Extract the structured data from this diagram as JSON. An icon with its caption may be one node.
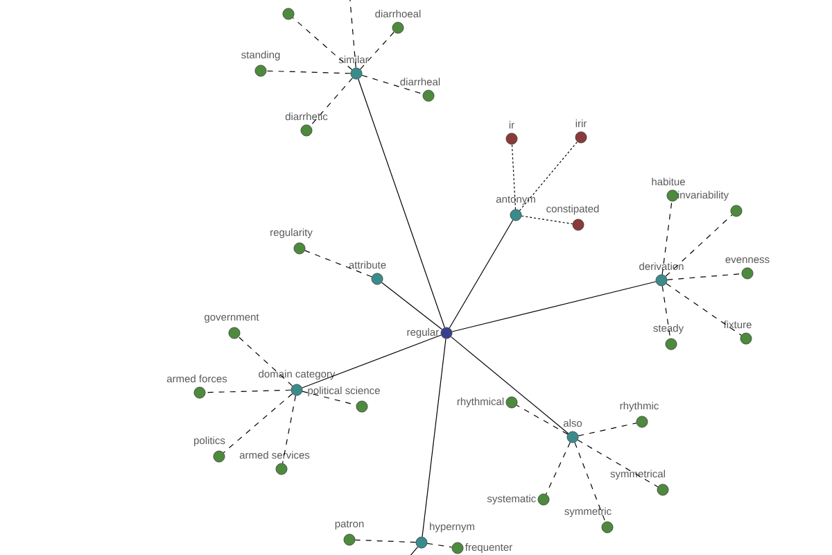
{
  "diagram": {
    "nodes": [
      {
        "text": [
          "regular"
        ]
      },
      {
        "text": [
          "similar"
        ]
      },
      {
        "text": [],
        "shape": "circle"
      },
      {
        "text": [
          "diarrhoeal"
        ]
      },
      {
        "text": [
          "standing"
        ]
      },
      {
        "text": [
          "diarrheal"
        ]
      },
      {
        "text": [
          "diarrhetic"
        ]
      },
      {
        "text": [
          "antonym"
        ]
      },
      {
        "text": [
          "ir"
        ]
      },
      {
        "text": [
          "irir"
        ]
      },
      {
        "text": [
          "constipated"
        ]
      },
      {
        "text": [
          "derivation"
        ]
      },
      {
        "text": [
          "habitue"
        ]
      },
      {
        "text": [
          "invariability"
        ]
      },
      {
        "text": [
          "evenness"
        ]
      },
      {
        "text": [
          "steady"
        ]
      },
      {
        "text": [
          "fixture"
        ]
      },
      {
        "text": [
          "attribute"
        ]
      },
      {
        "text": [
          "regularity"
        ]
      },
      {
        "text": [
          "domain category"
        ]
      },
      {
        "text": [
          "government"
        ]
      },
      {
        "text": [
          "armed forces"
        ]
      },
      {
        "text": [
          "political science"
        ]
      },
      {
        "text": [
          "politics"
        ]
      },
      {
        "text": [
          "armed services"
        ]
      },
      {
        "text": [
          "also"
        ]
      },
      {
        "text": [
          "rhythmical"
        ]
      },
      {
        "text": [
          "rhythmic"
        ]
      },
      {
        "text": [
          "systematic"
        ]
      },
      {
        "text": [
          "symmetric"
        ]
      },
      {
        "text": [
          "symmetrical"
        ]
      },
      {
        "text": [
          "hypernym"
        ]
      },
      {
        "text": [
          "patron"
        ]
      },
      {
        "text": [
          "frequenter"
        ]
      }
    ],
    "edges": [
      {
        "from": 0,
        "to": 1,
        "arrow": "none"
      },
      {
        "from": 0,
        "to": 7,
        "arrow": "none"
      },
      {
        "from": 0,
        "to": 11,
        "arrow": "none"
      },
      {
        "from": 0,
        "to": 17,
        "arrow": "none"
      },
      {
        "from": 0,
        "to": 19,
        "arrow": "none"
      },
      {
        "from": 0,
        "to": 25,
        "arrow": "none"
      },
      {
        "from": 0,
        "to": 31,
        "arrow": "none"
      },
      {
        "from": 1,
        "to": 2,
        "arrow": "none",
        "style": "dashed"
      },
      {
        "from": 1,
        "to": 3,
        "arrow": "none",
        "style": "dashed"
      },
      {
        "from": 1,
        "to": 4,
        "arrow": "none",
        "style": "dashed"
      },
      {
        "from": 1,
        "to": 5,
        "arrow": "none",
        "style": "dashed"
      },
      {
        "from": 1,
        "to": 6,
        "arrow": "none",
        "style": "dashed"
      },
      {
        "from": 1,
        "to": null,
        "arrow": "none",
        "style": "dashed"
      },
      {
        "from": 7,
        "to": 8,
        "arrow": "none",
        "style": "dashed"
      },
      {
        "from": 7,
        "to": 9,
        "arrow": "none",
        "style": "dashed"
      },
      {
        "from": 7,
        "to": 10,
        "arrow": "none",
        "style": "dashed"
      },
      {
        "from": 11,
        "to": 12,
        "arrow": "none",
        "style": "dashed"
      },
      {
        "from": 11,
        "to": 13,
        "arrow": "none",
        "style": "dashed"
      },
      {
        "from": 11,
        "to": 14,
        "arrow": "none",
        "style": "dashed"
      },
      {
        "from": 11,
        "to": 15,
        "arrow": "none",
        "style": "dashed"
      },
      {
        "from": 11,
        "to": 16,
        "arrow": "none",
        "style": "dashed"
      },
      {
        "from": 17,
        "to": 18,
        "arrow": "none",
        "style": "dashed"
      },
      {
        "from": 19,
        "to": 20,
        "arrow": "none",
        "style": "dashed"
      },
      {
        "from": 19,
        "to": 21,
        "arrow": "none",
        "style": "dashed"
      },
      {
        "from": 19,
        "to": 22,
        "arrow": "none",
        "style": "dashed"
      },
      {
        "from": 19,
        "to": 23,
        "arrow": "none",
        "style": "dashed"
      },
      {
        "from": 19,
        "to": 24,
        "arrow": "none",
        "style": "dashed"
      },
      {
        "from": 25,
        "to": 26,
        "arrow": "none",
        "style": "dashed"
      },
      {
        "from": 25,
        "to": 27,
        "arrow": "none",
        "style": "dashed"
      },
      {
        "from": 25,
        "to": 28,
        "arrow": "none",
        "style": "dashed"
      },
      {
        "from": 25,
        "to": 29,
        "arrow": "none",
        "style": "dashed"
      },
      {
        "from": 25,
        "to": 30,
        "arrow": "none",
        "style": "dashed"
      },
      {
        "from": 31,
        "to": 32,
        "arrow": "none",
        "style": "dashed"
      },
      {
        "from": 31,
        "to": 33,
        "arrow": "none",
        "style": "dashed"
      },
      {
        "from": 31,
        "to": null,
        "arrow": "none"
      }
    ]
  }
}
